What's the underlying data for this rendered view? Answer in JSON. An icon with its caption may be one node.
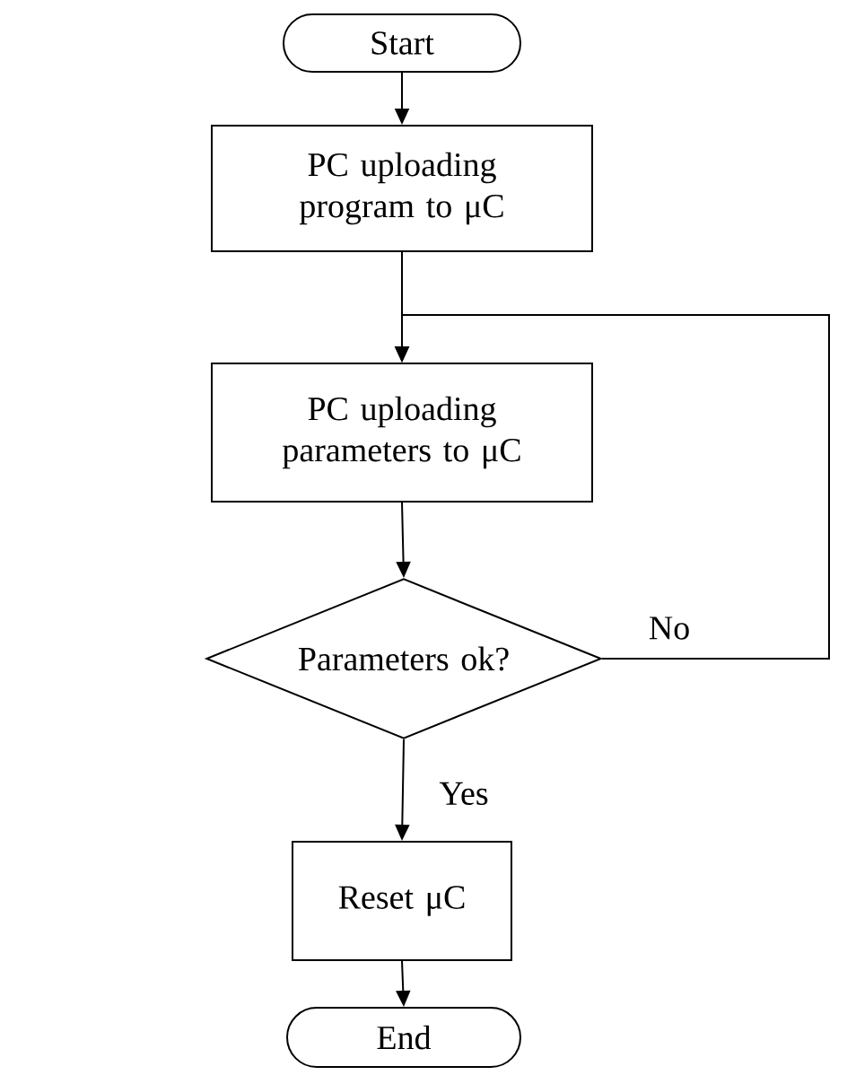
{
  "diagram": {
    "nodes": [
      {
        "text": [
          "Start"
        ]
      },
      {
        "text": [
          "PC uploading program to μC"
        ]
      },
      {
        "text": [
          "PC uploading parameters to μC"
        ]
      },
      {
        "text": [
          "Parameters ok?"
        ]
      },
      {
        "text": [
          "Reset μC"
        ]
      },
      {
        "text": [
          "End"
        ]
      }
    ],
    "edges": [
      {
        "from": 0,
        "to": 1,
        "arrow": "to"
      },
      {
        "from": 1,
        "to": 2,
        "arrow": "to"
      },
      {
        "from": 2,
        "to": 3,
        "arrow": "to"
      },
      {
        "from": 3,
        "to": 4,
        "arrow": "to",
        "label": "Yes"
      },
      {
        "from": 3,
        "to": 2,
        "arrow": "to",
        "label": "No"
      },
      {
        "from": 4,
        "to": 5,
        "arrow": "to"
      }
    ]
  }
}
